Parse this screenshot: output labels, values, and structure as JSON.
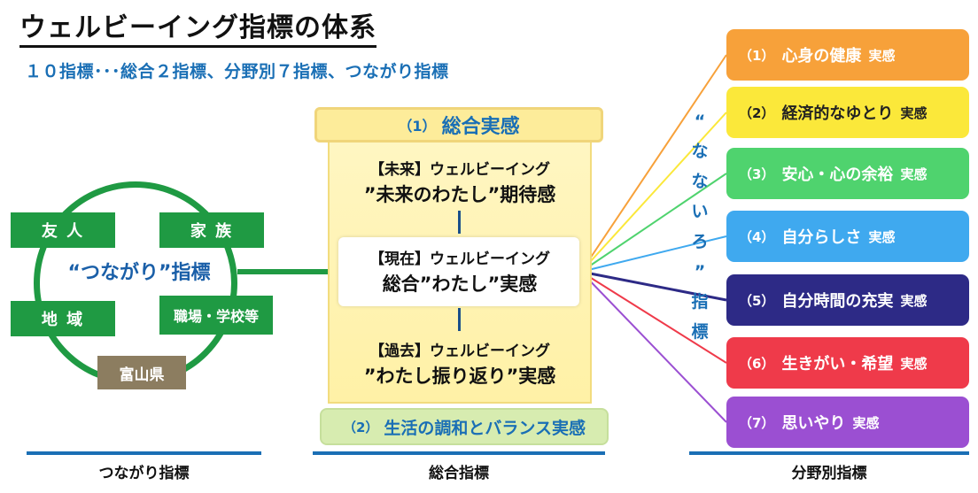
{
  "title": "ウェルビーイング指標の体系",
  "subtitle": "１０指標･･･総合２指標、分野別７指標、つながり指標",
  "tsunagari": {
    "items": [
      "友 人",
      "家 族",
      "地 域",
      "職場・学校等"
    ],
    "center_label": "“つながり”指標",
    "region": "富山県"
  },
  "sogo": {
    "cap_num": "（1）",
    "cap_label": "総合実感",
    "future_l1": "【未来】ウェルビーイング",
    "future_l2": "”未来のわたし”期待感",
    "present_l1": "【現在】ウェルビーイング",
    "present_l2": "総合”わたし”実感",
    "past_l1": "【過去】ウェルビーイング",
    "past_l2": "”わたし振り返り”実感",
    "bottom_num": "（2）",
    "bottom_label": "生活の調和とバランス実感"
  },
  "vertical_label": [
    "“",
    "な",
    "な",
    "い",
    "ろ",
    "”",
    "指",
    "標"
  ],
  "fields": [
    {
      "num": "（1）",
      "label": "心身の健康",
      "suffix": "実感",
      "bg": "#f7a13a",
      "fg": "#ffffff"
    },
    {
      "num": "（2）",
      "label": "経済的なゆとり",
      "suffix": "実感",
      "bg": "#fbe83a",
      "fg": "#222222"
    },
    {
      "num": "（3）",
      "label": "安心・心の余裕",
      "suffix": "実感",
      "bg": "#4fd36e",
      "fg": "#ffffff"
    },
    {
      "num": "（4）",
      "label": "自分らしさ",
      "suffix": "実感",
      "bg": "#3fa9ef",
      "fg": "#ffffff"
    },
    {
      "num": "（5）",
      "label": "自分時間の充実",
      "suffix": "実感",
      "bg": "#2d2a86",
      "fg": "#ffffff"
    },
    {
      "num": "（6）",
      "label": "生きがい・希望",
      "suffix": "実感",
      "bg": "#ef3a4a",
      "fg": "#ffffff"
    },
    {
      "num": "（7）",
      "label": "思いやり",
      "suffix": "実感",
      "bg": "#9b4fd2",
      "fg": "#ffffff"
    }
  ],
  "footer": [
    "つながり指標",
    "総合指標",
    "分野別指標"
  ]
}
